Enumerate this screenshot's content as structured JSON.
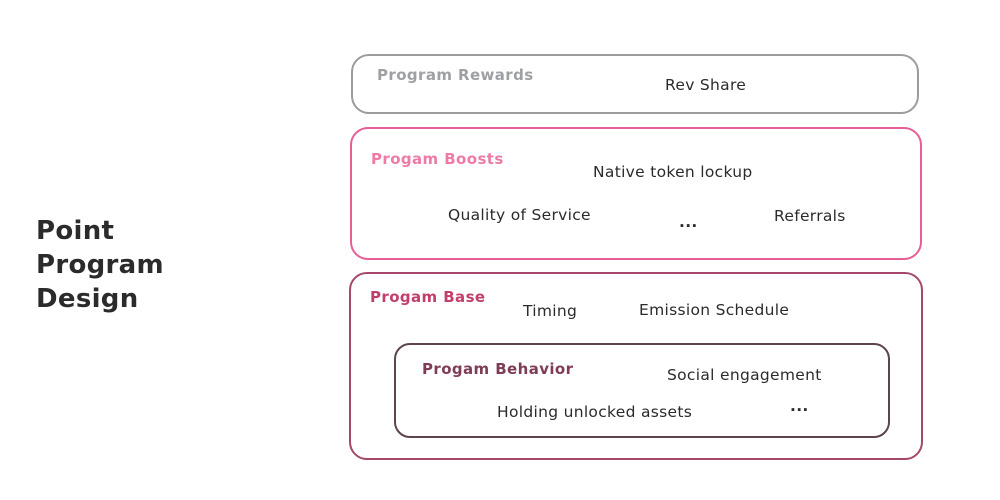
{
  "title": {
    "text": "Point Program Design",
    "color": "#2b2b2b"
  },
  "boxes": {
    "program_rewards": {
      "label": "Program Rewards",
      "border_color": "#9c9c9f",
      "label_color": "#9ea0a3",
      "items": [
        "Rev Share"
      ]
    },
    "program_boosts": {
      "label": "Progam Boosts",
      "border_color": "#e75f96",
      "label_color": "#ee7ba7",
      "items": [
        "Native token lockup",
        "Quality of Service",
        "...",
        "Referrals"
      ]
    },
    "program_base": {
      "label": "Progam Base",
      "border_color": "#a4496b",
      "label_color": "#c23f6d",
      "items": [
        "Timing",
        "Emission Schedule"
      ]
    },
    "program_behavior": {
      "label": "Progam Behavior",
      "border_color": "#5e4350",
      "label_color": "#7e3d56",
      "items": [
        "Social engagement",
        "Holding unlocked assets",
        "..."
      ]
    }
  }
}
